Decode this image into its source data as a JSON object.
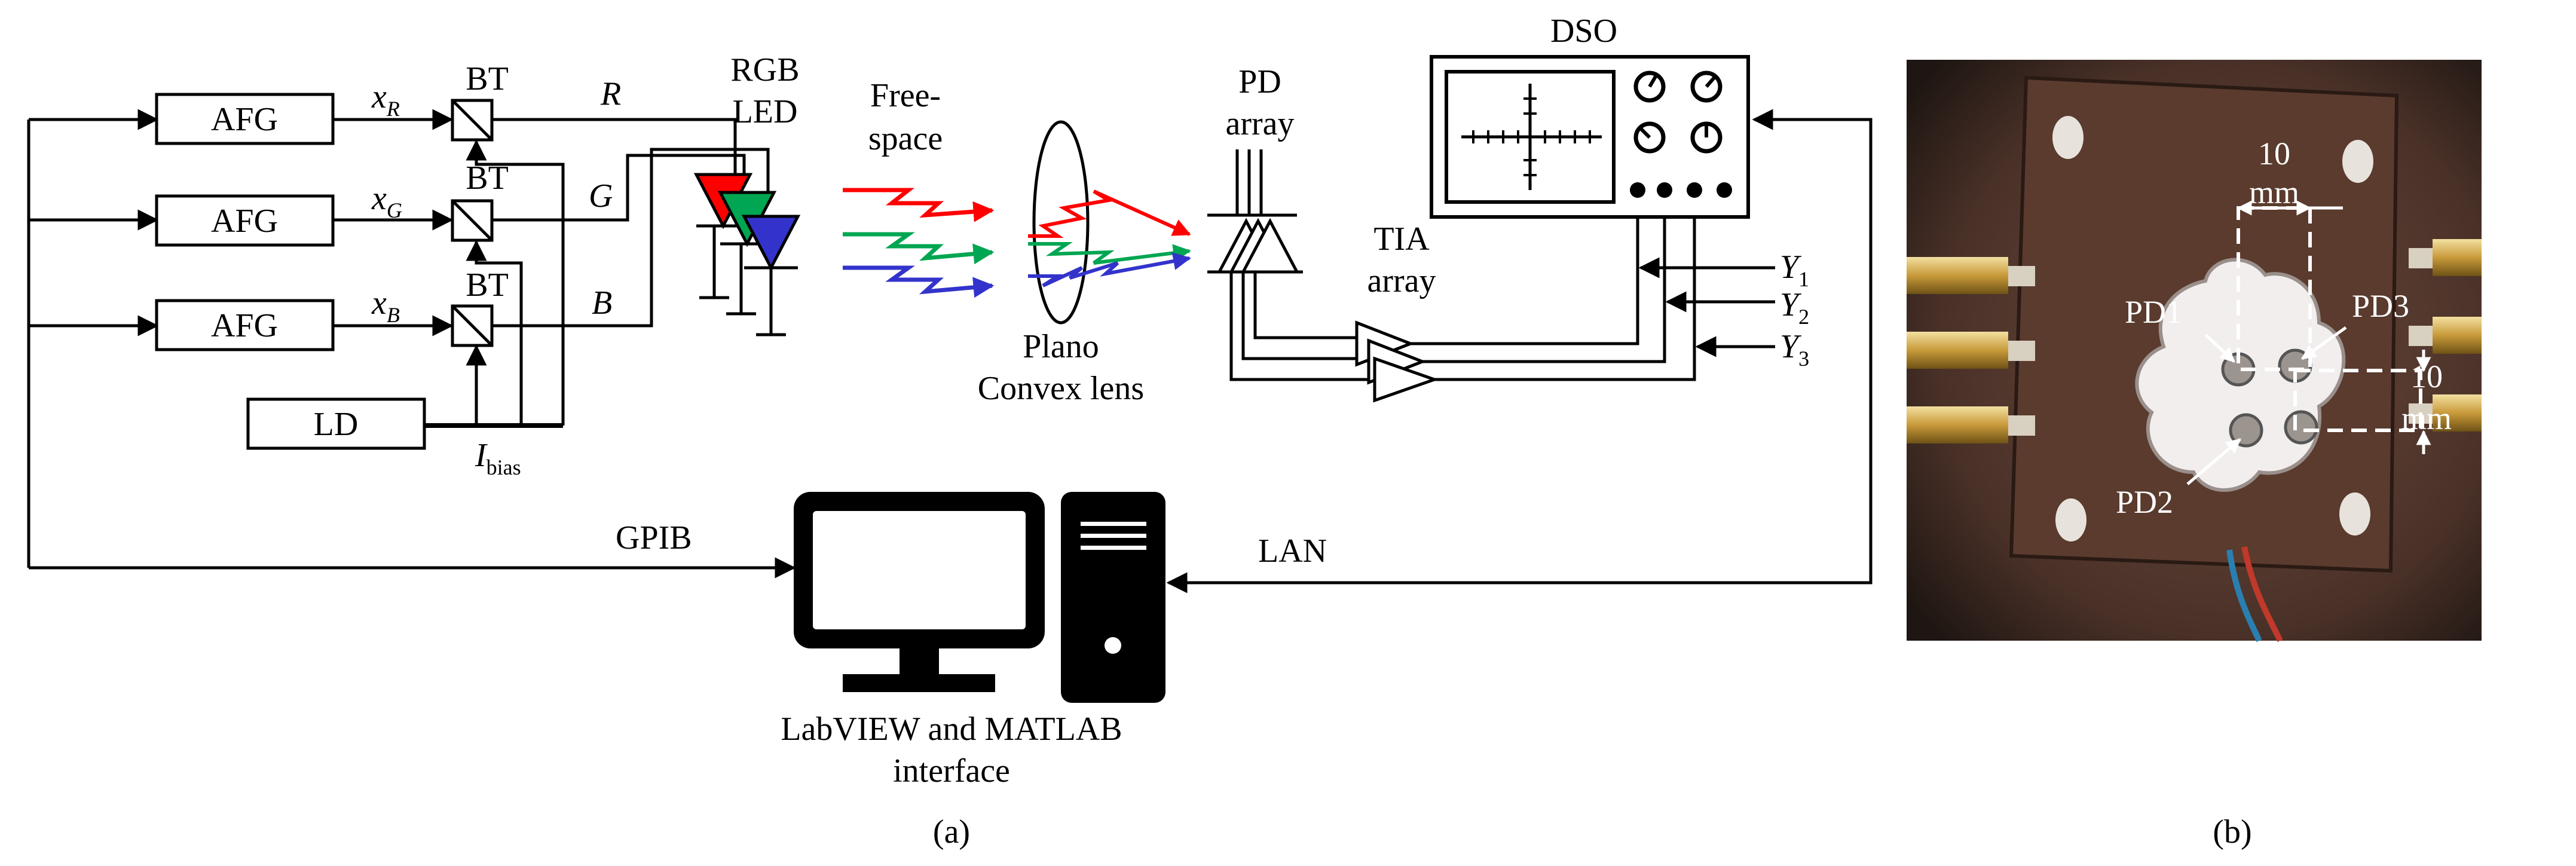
{
  "diagram_a": {
    "afg_label": "AFG",
    "bt_label": "BT",
    "ld_label": "LD",
    "x_sym": "x",
    "sub_R": "R",
    "sub_G": "G",
    "sub_B": "B",
    "signal_R": "R",
    "signal_G": "G",
    "signal_B": "B",
    "ibias_sym": "I",
    "ibias_sub": "bias",
    "rgb_led_line1": "RGB",
    "rgb_led_line2": "LED",
    "free_space_line1": "Free-",
    "free_space_line2": "space",
    "plano_line1": "Plano",
    "plano_line2": "Convex lens",
    "pd_array_line1": "PD",
    "pd_array_line2": "array",
    "tia_line1": "TIA",
    "tia_line2": "array",
    "dso_label": "DSO",
    "y_sym": "Y",
    "y_sub_1": "1",
    "y_sub_2": "2",
    "y_sub_3": "3",
    "gpib_label": "GPIB",
    "lan_label": "LAN",
    "pc_line1": "LabVIEW and MATLAB",
    "pc_line2": "interface",
    "caption": "(a)"
  },
  "photo_b": {
    "pd1": "PD1",
    "pd2": "PD2",
    "pd3": "PD3",
    "dim_top_value": "10",
    "dim_top_unit": "mm",
    "dim_right_value": "10",
    "dim_right_unit": "mm",
    "caption": "(b)"
  },
  "colors": {
    "red": "#ff0000",
    "green": "#00a651",
    "blue": "#3333cc"
  }
}
